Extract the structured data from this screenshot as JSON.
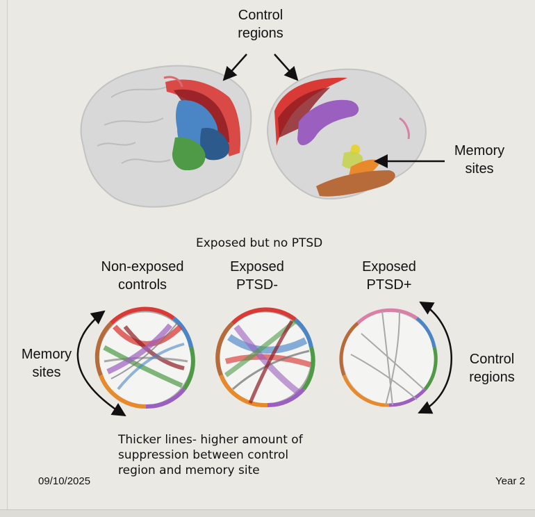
{
  "labels": {
    "control_regions_top": "Control\nregions",
    "memory_sites_right": "Memory\nsites",
    "exposed_no_ptsd": "Exposed but no PTSD",
    "col1": "Non-exposed\ncontrols",
    "col2": "Exposed\nPTSD-",
    "col3": "Exposed\nPTSD+",
    "memory_sites_left": "Memory\nsites",
    "control_regions_right": "Control\nregions",
    "caption": "Thicker lines- higher amount of\nsuppression between control\nregion and memory site",
    "date": "09/10/2025",
    "year": "Year 2"
  },
  "colors": {
    "red": "#d93a35",
    "dark_red": "#8e1d23",
    "blue": "#4a86c6",
    "navy": "#2d5a8c",
    "green": "#4f9a47",
    "purple": "#9b5fc0",
    "orange": "#e8892b",
    "brown": "#b86b3a",
    "yellow": "#e4d33a",
    "pink": "#d980a6",
    "gray": "#a8a8a8"
  }
}
